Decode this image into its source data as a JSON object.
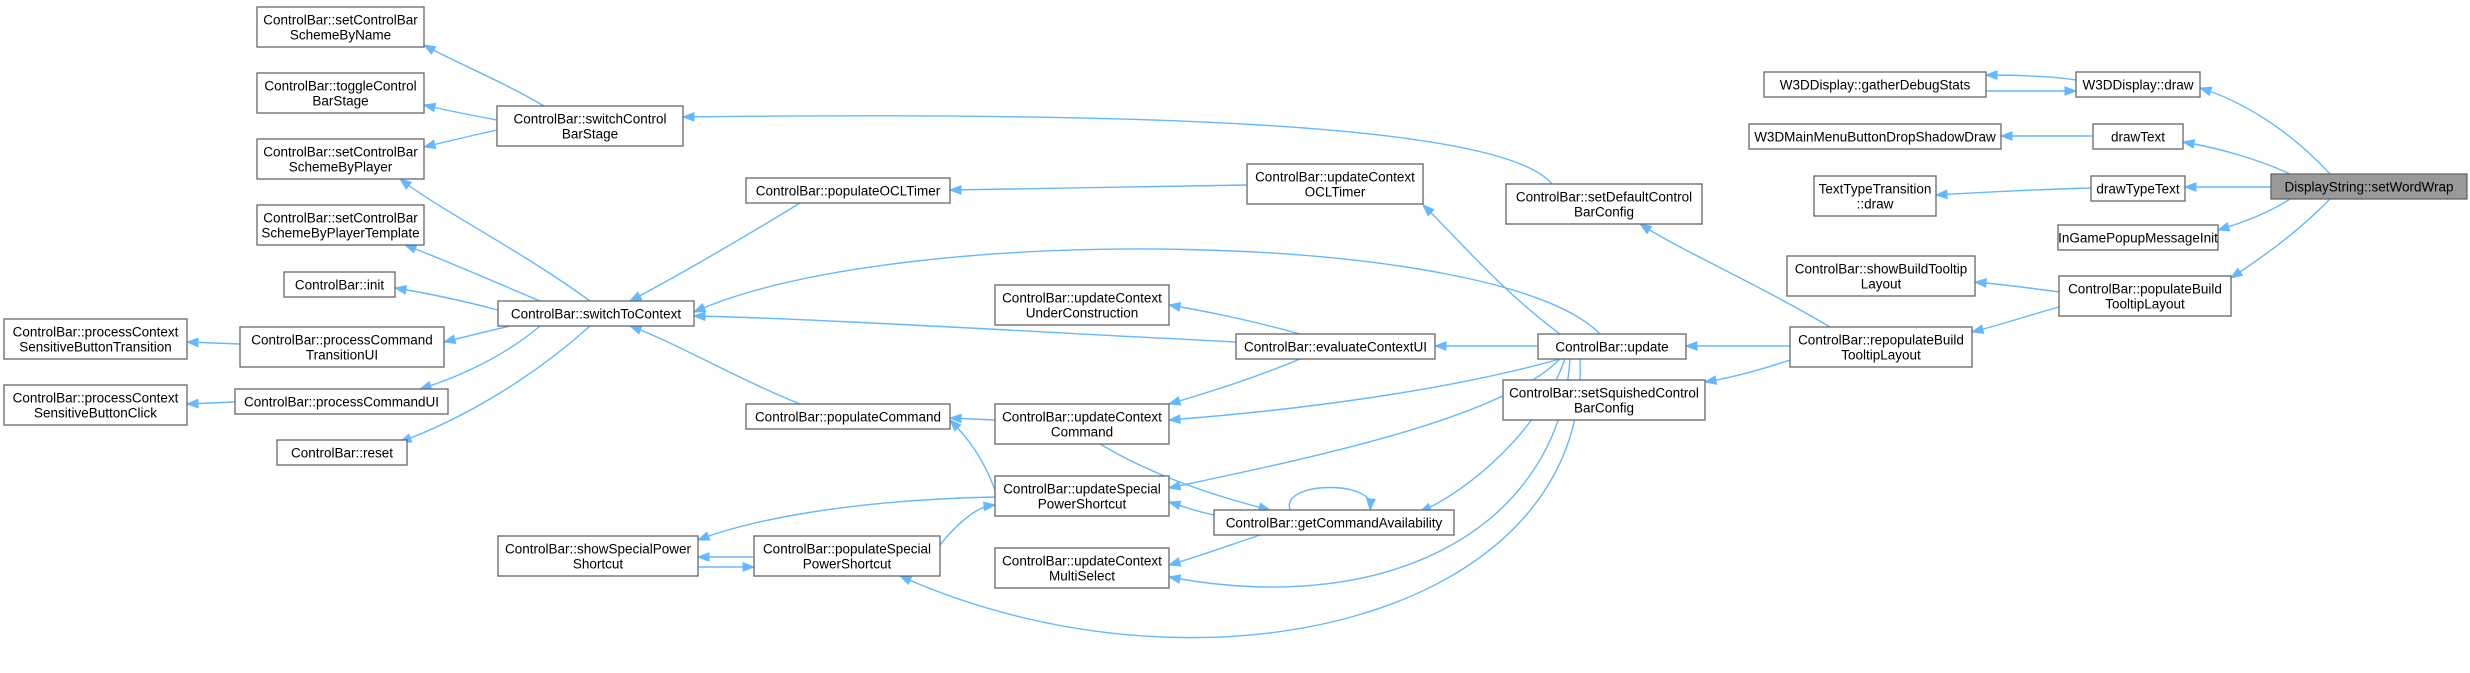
{
  "nodes": [
    {
      "id": "n_setCBSName",
      "lines": [
        "ControlBar::setControlBar",
        "SchemeByName"
      ]
    },
    {
      "id": "n_toggleStage",
      "lines": [
        "ControlBar::toggleControl",
        "BarStage"
      ]
    },
    {
      "id": "n_setCBSPlayer",
      "lines": [
        "ControlBar::setControlBar",
        "SchemeByPlayer"
      ]
    },
    {
      "id": "n_setCBSTemplate",
      "lines": [
        "ControlBar::setControlBar",
        "SchemeByPlayerTemplate"
      ]
    },
    {
      "id": "n_init",
      "lines": [
        "ControlBar::init"
      ]
    },
    {
      "id": "n_reset",
      "lines": [
        "ControlBar::reset"
      ]
    },
    {
      "id": "n_pcsbt",
      "lines": [
        "ControlBar::processContext",
        "SensitiveButtonTransition"
      ]
    },
    {
      "id": "n_pcsbc",
      "lines": [
        "ControlBar::processContext",
        "SensitiveButtonClick"
      ]
    },
    {
      "id": "n_pctui",
      "lines": [
        "ControlBar::processCommand",
        "TransitionUI"
      ]
    },
    {
      "id": "n_pcui",
      "lines": [
        "ControlBar::processCommandUI"
      ]
    },
    {
      "id": "n_switchStage",
      "lines": [
        "ControlBar::switchControl",
        "BarStage"
      ]
    },
    {
      "id": "n_switchCtx",
      "lines": [
        "ControlBar::switchToContext"
      ]
    },
    {
      "id": "n_showSPS",
      "lines": [
        "ControlBar::showSpecialPower",
        "Shortcut"
      ]
    },
    {
      "id": "n_popOCL",
      "lines": [
        "ControlBar::populateOCLTimer"
      ]
    },
    {
      "id": "n_popCmd",
      "lines": [
        "ControlBar::populateCommand"
      ]
    },
    {
      "id": "n_popSPS",
      "lines": [
        "ControlBar::populateSpecial",
        "PowerShortcut"
      ]
    },
    {
      "id": "n_updOCL",
      "lines": [
        "ControlBar::updateContext",
        "OCLTimer"
      ]
    },
    {
      "id": "n_updUC",
      "lines": [
        "ControlBar::updateContext",
        "UnderConstruction"
      ]
    },
    {
      "id": "n_evalUI",
      "lines": [
        "ControlBar::evaluateContextUI"
      ]
    },
    {
      "id": "n_updCmd",
      "lines": [
        "ControlBar::updateContext",
        "Command"
      ]
    },
    {
      "id": "n_updSPS",
      "lines": [
        "ControlBar::updateSpecial",
        "PowerShortcut"
      ]
    },
    {
      "id": "n_getAvail",
      "lines": [
        "ControlBar::getCommandAvailability"
      ]
    },
    {
      "id": "n_updMS",
      "lines": [
        "ControlBar::updateContext",
        "MultiSelect"
      ]
    },
    {
      "id": "n_update",
      "lines": [
        "ControlBar::update"
      ]
    },
    {
      "id": "n_setDefault",
      "lines": [
        "ControlBar::setDefaultControl",
        "BarConfig"
      ]
    },
    {
      "id": "n_setSquished",
      "lines": [
        "ControlBar::setSquishedControl",
        "BarConfig"
      ]
    },
    {
      "id": "n_repop",
      "lines": [
        "ControlBar::repopulateBuild",
        "TooltipLayout"
      ]
    },
    {
      "id": "n_gather",
      "lines": [
        "W3DDisplay::gatherDebugStats"
      ]
    },
    {
      "id": "n_w3dMenu",
      "lines": [
        "W3DMainMenuButtonDropShadowDraw"
      ]
    },
    {
      "id": "n_ttt",
      "lines": [
        "TextTypeTransition",
        "::draw"
      ]
    },
    {
      "id": "n_showBT",
      "lines": [
        "ControlBar::showBuildTooltip",
        "Layout"
      ]
    },
    {
      "id": "n_w3dDraw",
      "lines": [
        "W3DDisplay::draw"
      ]
    },
    {
      "id": "n_drawText",
      "lines": [
        "drawText"
      ]
    },
    {
      "id": "n_drawTT",
      "lines": [
        "drawTypeText"
      ]
    },
    {
      "id": "n_igpm",
      "lines": [
        "InGamePopupMessageInit"
      ]
    },
    {
      "id": "n_popBT",
      "lines": [
        "ControlBar::populateBuild",
        "TooltipLayout"
      ]
    },
    {
      "id": "n_dswrap",
      "lines": [
        "DisplayString::setWordWrap"
      ],
      "focus": true
    }
  ],
  "colors": {
    "edge": "#63b8ff",
    "node_border": "#666666",
    "focus_fill": "#999999",
    "background": "#ffffff"
  }
}
